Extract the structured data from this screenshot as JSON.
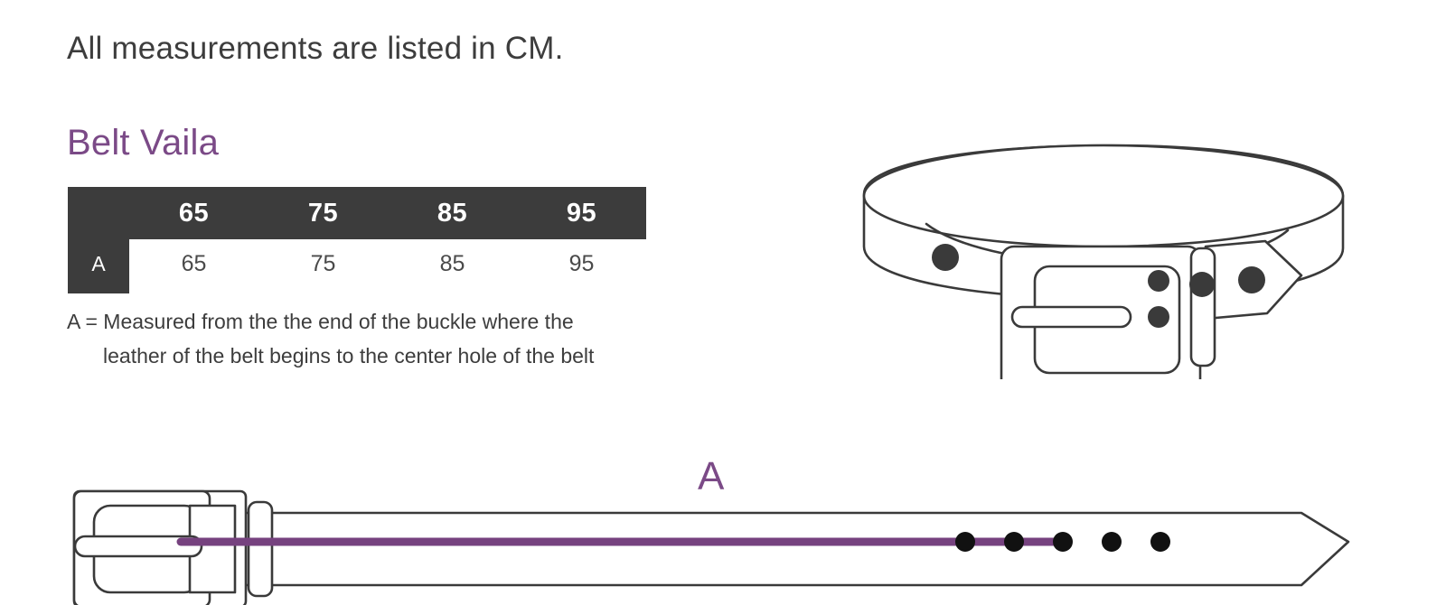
{
  "headline": "All measurements are listed in CM.",
  "product": {
    "title": "Belt Vaila"
  },
  "size_table": {
    "corner_header": "",
    "column_headers": [
      "65",
      "75",
      "85",
      "95"
    ],
    "rows": [
      {
        "label": "A",
        "values": [
          "65",
          "75",
          "85",
          "95"
        ]
      }
    ]
  },
  "caption": {
    "line1": "A = Measured from the the end of the buckle where the",
    "line2": "leather of the belt begins to the center hole of the belt"
  },
  "measurement": {
    "letter": "A"
  },
  "colors": {
    "accent_purple": "#7b4a87",
    "measure_line": "#76427f",
    "table_header_bg": "#3c3c3c",
    "table_header_text": "#ffffff",
    "body_text": "#3d3d3d",
    "line_art_stroke": "#3a3a3a",
    "hole_fill": "#3a3a3a",
    "page_background": "#ffffff"
  },
  "illustrations": {
    "coiled_belt": {
      "name": "coiled-belt-illustration",
      "hole_count": 3,
      "has_buckle": true,
      "has_keeper_loop": true
    },
    "flat_belt": {
      "name": "flat-belt-illustration",
      "hole_count": 5,
      "center_hole_index": 3,
      "has_buckle": true,
      "has_keeper_loop": true,
      "has_measure_line": true
    }
  }
}
